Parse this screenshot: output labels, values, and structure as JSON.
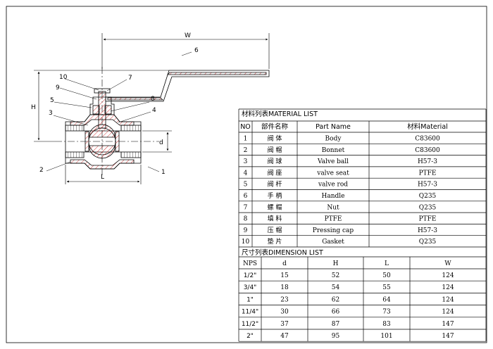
{
  "dimension_labels": {
    "W": "W",
    "H": "H",
    "d": "d",
    "L": "L"
  },
  "callouts": [
    "1",
    "2",
    "3",
    "4",
    "5",
    "6",
    "7",
    "8",
    "9",
    "10"
  ],
  "material_list": {
    "title": "材料列表MATERIAL LIST",
    "headers": [
      "NO",
      "部件名称",
      "Part Name",
      "材料Material"
    ],
    "rows": [
      [
        "1",
        "阀 体",
        "Body",
        "C83600"
      ],
      [
        "2",
        "阀 帽",
        "Bonnet",
        "C83600"
      ],
      [
        "3",
        "阀 球",
        "Valve ball",
        "H57-3"
      ],
      [
        "4",
        "阀 座",
        "valve seat",
        "PTFE"
      ],
      [
        "5",
        "阀 杆",
        "valve rod",
        "H57-3"
      ],
      [
        "6",
        "手 柄",
        "Handle",
        "Q235"
      ],
      [
        "7",
        "螺 帽",
        "Nut",
        "Q235"
      ],
      [
        "8",
        "填 料",
        "PTFE",
        "PTFE"
      ],
      [
        "9",
        "压 帽",
        "Pressing cap",
        "H57-3"
      ],
      [
        "10",
        "垫 片",
        "Gasket",
        "Q235"
      ]
    ]
  },
  "dimension_list": {
    "title": "尺寸列表DIMENSION LIST",
    "headers": [
      "NPS",
      "d",
      "H",
      "L",
      "W"
    ],
    "rows": [
      [
        "1/2\"",
        "15",
        "52",
        "50",
        "124"
      ],
      [
        "3/4\"",
        "18",
        "54",
        "55",
        "124"
      ],
      [
        "1\"",
        "23",
        "62",
        "64",
        "124"
      ],
      [
        "11/4\"",
        "30",
        "66",
        "73",
        "124"
      ],
      [
        "11/2\"",
        "37",
        "87",
        "83",
        "147"
      ],
      [
        "2\"",
        "47",
        "95",
        "101",
        "147"
      ]
    ]
  },
  "colors": {
    "hatch": "#d23a3a",
    "line": "#000000"
  }
}
